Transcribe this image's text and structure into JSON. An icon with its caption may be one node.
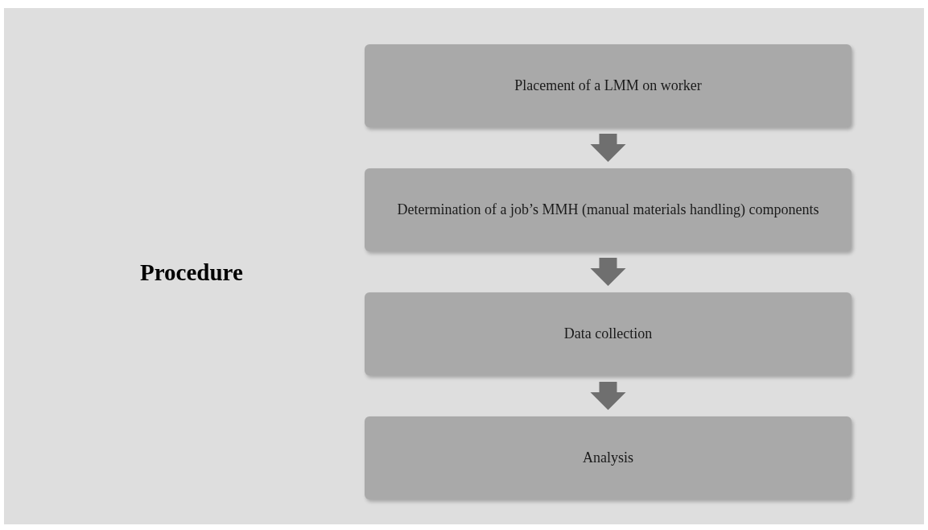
{
  "diagram": {
    "title": "Procedure",
    "nodes": [
      {
        "text": [
          "Placement of a LMM on worker"
        ]
      },
      {
        "text": [
          "Determination of a job’s MMH (manual materials handling) components"
        ]
      },
      {
        "text": [
          "Data collection"
        ]
      },
      {
        "text": [
          "Analysis"
        ]
      }
    ],
    "edges": [
      {
        "from": 0,
        "to": 1,
        "arrow": "to"
      },
      {
        "from": 1,
        "to": 2,
        "arrow": "to"
      },
      {
        "from": 2,
        "to": 3,
        "arrow": "to"
      }
    ]
  }
}
